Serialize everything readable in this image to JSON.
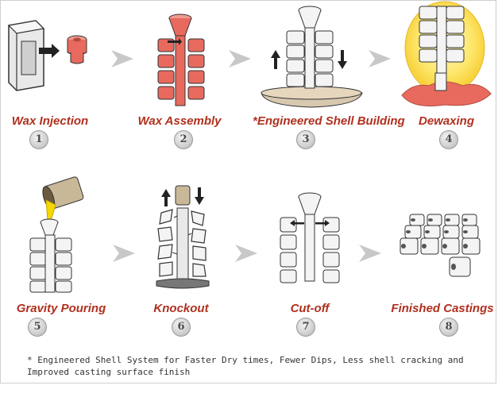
{
  "steps": [
    {
      "number": "1",
      "label": "Wax Injection"
    },
    {
      "number": "2",
      "label": "Wax Assembly"
    },
    {
      "number": "3",
      "label": "*Engineered Shell Building"
    },
    {
      "number": "4",
      "label": "Dewaxing"
    },
    {
      "number": "5",
      "label": "Gravity Pouring"
    },
    {
      "number": "6",
      "label": "Knockout"
    },
    {
      "number": "7",
      "label": "Cut-off"
    },
    {
      "number": "8",
      "label": "Finished Castings"
    }
  ],
  "footnote": {
    "line1": "* Engineered Shell System for Faster Dry times, Fewer Dips, Less shell cracking and",
    "line2": "Improved casting surface finish"
  },
  "colors": {
    "label": "#b0301f",
    "wax": "#e86a5e",
    "arrow": "#c8c8c8"
  }
}
